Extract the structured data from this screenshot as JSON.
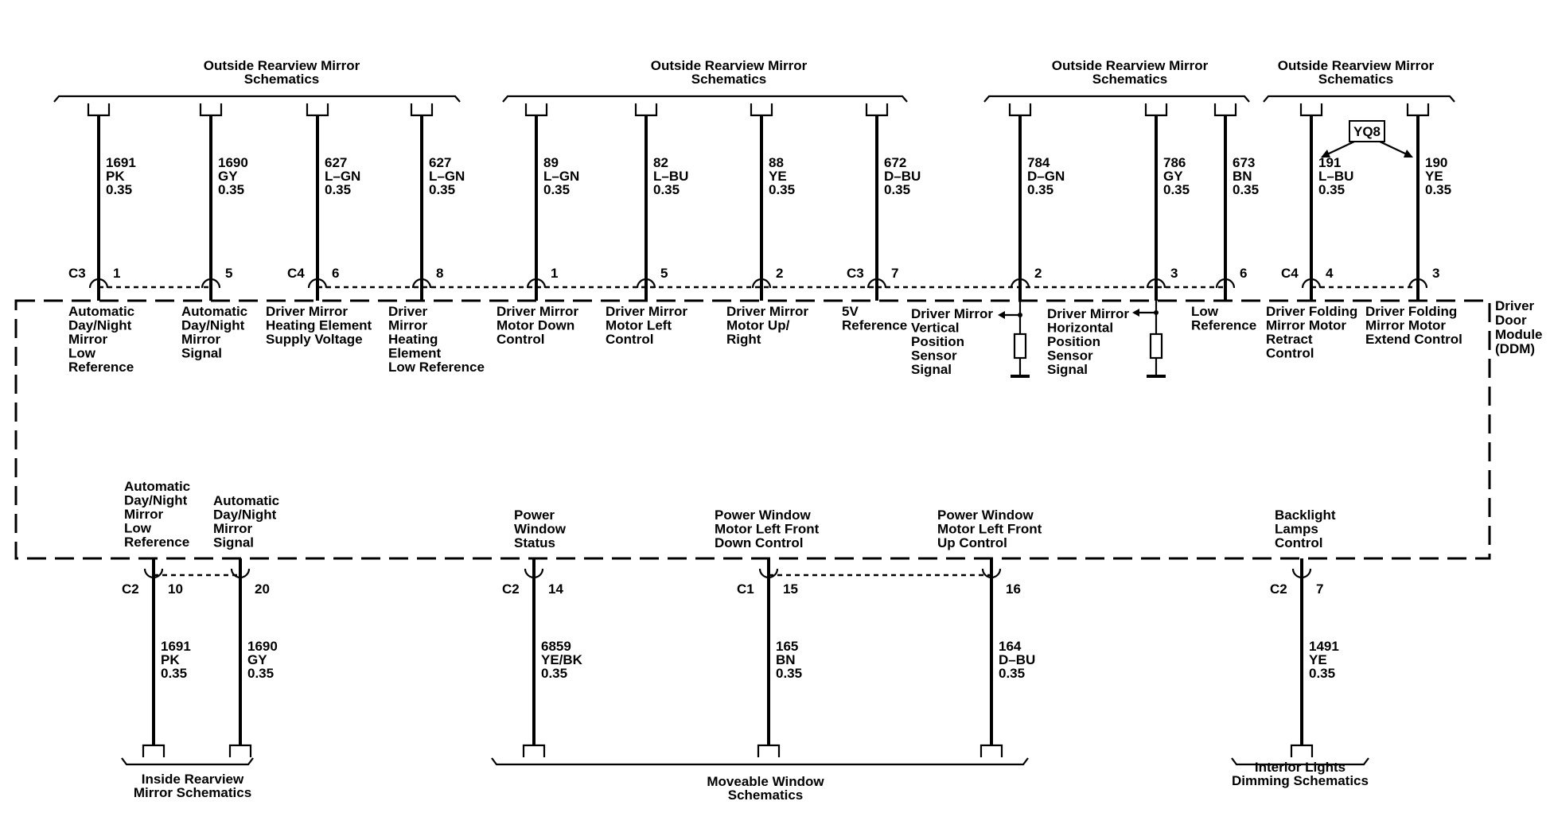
{
  "module": {
    "label": [
      "Driver",
      "Door",
      "Module",
      "(DDM)"
    ]
  },
  "top_groups": [
    {
      "title": [
        "Outside Rearview Mirror",
        "Schematics"
      ]
    },
    {
      "title": [
        "Outside Rearview Mirror",
        "Schematics"
      ]
    },
    {
      "title": [
        "Outside Rearview Mirror",
        "Schematics"
      ]
    },
    {
      "title": [
        "Outside Rearview Mirror",
        "Schematics"
      ]
    }
  ],
  "bottom_groups": [
    {
      "title": [
        "Inside Rearview",
        "Mirror Schematics"
      ]
    },
    {
      "title": [
        "Moveable Window",
        "Schematics"
      ]
    },
    {
      "title": [
        "Interior Lights",
        "Dimming Schematics"
      ]
    }
  ],
  "option_code": "YQ8",
  "top_circuits": [
    {
      "connector": "C3",
      "pin": "1",
      "circuit": [
        "1691",
        "PK",
        "0.35"
      ],
      "function": [
        "Automatic",
        "Day/Night",
        "Mirror",
        "Low",
        "Reference"
      ]
    },
    {
      "connector": "",
      "pin": "5",
      "circuit": [
        "1690",
        "GY",
        "0.35"
      ],
      "function": [
        "Automatic",
        "Day/Night",
        "Mirror",
        "Signal"
      ]
    },
    {
      "connector": "C4",
      "pin": "6",
      "circuit": [
        "627",
        "L–GN",
        "0.35"
      ],
      "function": [
        "Driver Mirror",
        "Heating Element",
        "Supply Voltage"
      ]
    },
    {
      "connector": "",
      "pin": "8",
      "circuit": [
        "627",
        "L–GN",
        "0.35"
      ],
      "function": [
        "Driver",
        "Mirror",
        "Heating",
        "Element",
        "Low Reference"
      ]
    },
    {
      "connector": "",
      "pin": "1",
      "circuit": [
        "89",
        "L–GN",
        "0.35"
      ],
      "function": [
        "Driver Mirror",
        "Motor Down",
        "Control"
      ]
    },
    {
      "connector": "",
      "pin": "5",
      "circuit": [
        "82",
        "L–BU",
        "0.35"
      ],
      "function": [
        "Driver Mirror",
        "Motor Left",
        "Control"
      ]
    },
    {
      "connector": "",
      "pin": "2",
      "circuit": [
        "88",
        "YE",
        "0.35"
      ],
      "function": [
        "Driver Mirror",
        "Motor Up/",
        "Right"
      ]
    },
    {
      "connector": "C3",
      "pin": "7",
      "circuit": [
        "672",
        "D–BU",
        "0.35"
      ],
      "function": [
        "5V",
        "Reference"
      ]
    },
    {
      "connector": "",
      "pin": "2",
      "circuit": [
        "784",
        "D–GN",
        "0.35"
      ],
      "function": [
        "Driver Mirror",
        "Vertical",
        "Position",
        "Sensor",
        "Signal"
      ]
    },
    {
      "connector": "",
      "pin": "3",
      "circuit": [
        "786",
        "GY",
        "0.35"
      ],
      "function": [
        "Driver Mirror",
        "Horizontal",
        "Position",
        "Sensor",
        "Signal"
      ]
    },
    {
      "connector": "",
      "pin": "6",
      "circuit": [
        "673",
        "BN",
        "0.35"
      ],
      "function": [
        "Low",
        "Reference"
      ]
    },
    {
      "connector": "C4",
      "pin": "4",
      "circuit": [
        "191",
        "L–BU",
        "0.35"
      ],
      "function": [
        "Driver Folding",
        "Mirror Motor",
        "Retract",
        "Control"
      ]
    },
    {
      "connector": "",
      "pin": "3",
      "circuit": [
        "190",
        "YE",
        "0.35"
      ],
      "function": [
        "Driver Folding",
        "Mirror Motor",
        "Extend Control"
      ]
    }
  ],
  "bottom_circuits": [
    {
      "connector": "C2",
      "pin": "10",
      "circuit": [
        "1691",
        "PK",
        "0.35"
      ],
      "function": [
        "Automatic",
        "Day/Night",
        "Mirror",
        "Low",
        "Reference"
      ]
    },
    {
      "connector": "",
      "pin": "20",
      "circuit": [
        "1690",
        "GY",
        "0.35"
      ],
      "function": [
        "Automatic",
        "Day/Night",
        "Mirror",
        "Signal"
      ]
    },
    {
      "connector": "C2",
      "pin": "14",
      "circuit": [
        "6859",
        "YE/BK",
        "0.35"
      ],
      "function": [
        "Power",
        "Window",
        "Status"
      ]
    },
    {
      "connector": "C1",
      "pin": "15",
      "circuit": [
        "165",
        "BN",
        "0.35"
      ],
      "function": [
        "Power Window",
        "Motor Left Front",
        "Down Control"
      ]
    },
    {
      "connector": "",
      "pin": "16",
      "circuit": [
        "164",
        "D–BU",
        "0.35"
      ],
      "function": [
        "Power Window",
        "Motor Left Front",
        "Up Control"
      ]
    },
    {
      "connector": "C2",
      "pin": "7",
      "circuit": [
        "1491",
        "YE",
        "0.35"
      ],
      "function": [
        "Backlight",
        "Lamps",
        "Control"
      ]
    }
  ]
}
